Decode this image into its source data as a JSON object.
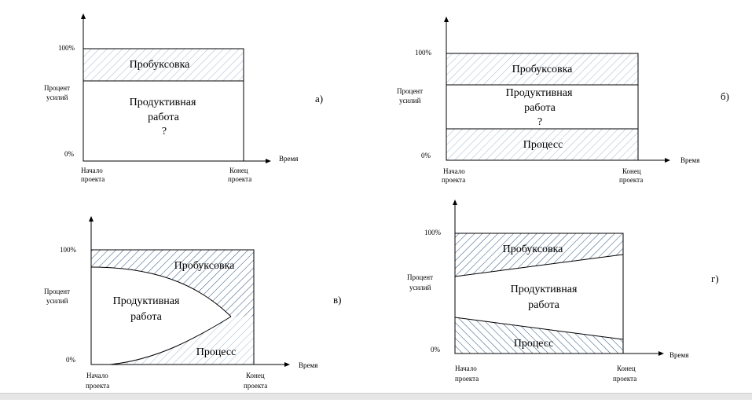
{
  "colors": {
    "hatch_light": "#a8c0d8",
    "hatch_dark": "#3a5f8a",
    "ink": "#000000"
  },
  "panels": [
    {
      "id": "a",
      "tag": "а)",
      "y_top": "100%",
      "y_bottom": "0%",
      "ylabel_1": "Процент",
      "ylabel_2": "усилий",
      "xlabel": "Время",
      "x_start_1": "Начало",
      "x_start_2": "проекта",
      "x_end_1": "Конец",
      "x_end_2": "проекта",
      "region_top": "Пробуксовка",
      "region_mid_1": "Продуктивная",
      "region_mid_2": "работа",
      "region_mid_3": "?"
    },
    {
      "id": "b",
      "tag": "б)",
      "y_top": "100%",
      "y_bottom": "0%",
      "ylabel_1": "Процент",
      "ylabel_2": "усилий",
      "xlabel": "Время",
      "x_start_1": "Начало",
      "x_start_2": "проекта",
      "x_end_1": "Конец",
      "x_end_2": "проекта",
      "region_top": "Пробуксовка",
      "region_mid_1": "Продуктивная",
      "region_mid_2": "работа",
      "region_mid_3": "?",
      "region_bottom": "Процесс"
    },
    {
      "id": "v",
      "tag": "в)",
      "y_top": "100%",
      "y_bottom": "0%",
      "ylabel_1": "Процент",
      "ylabel_2": "усилий",
      "xlabel": "Время",
      "x_start_1": "Начало",
      "x_start_2": "проекта",
      "x_end_1": "Конец",
      "x_end_2": "проекта",
      "region_top": "Пробуксовка",
      "region_mid_1": "Продуктивная",
      "region_mid_2": "работа",
      "region_bottom": "Процесс"
    },
    {
      "id": "g",
      "tag": "г)",
      "y_top": "100%",
      "y_bottom": "0%",
      "ylabel_1": "Процент",
      "ylabel_2": "усилий",
      "xlabel": "Время",
      "x_start_1": "Начало",
      "x_start_2": "проекта",
      "x_end_1": "Конец",
      "x_end_2": "проекта",
      "region_top": "Пробуксовка",
      "region_mid_1": "Продуктивная",
      "region_mid_2": "работа",
      "region_bottom": "Процесс"
    }
  ]
}
